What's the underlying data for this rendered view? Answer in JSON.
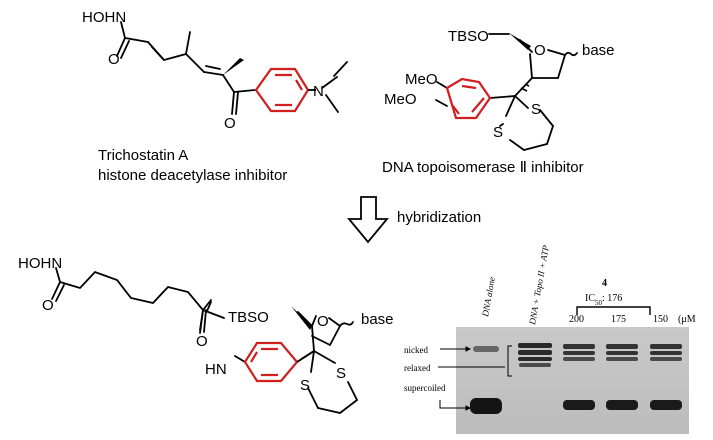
{
  "top_left_molecule": {
    "atoms": {
      "hydroxamate": "HOHN",
      "carbonyl_o": "O",
      "ketone_o": "O",
      "amine_n": "N"
    },
    "caption_name": "Trichostatin A",
    "caption_role": "histone deacetylase inhibitor"
  },
  "top_right_molecule": {
    "atoms": {
      "silyl": "TBSO",
      "ring_o": "O",
      "base": "base",
      "meo1": "MeO",
      "meo2": "MeO",
      "s1": "S",
      "s2": "S"
    },
    "caption": "DNA topoisomerase Ⅱ inhibitor"
  },
  "arrow": {
    "label": "hybridization"
  },
  "hybrid_molecule": {
    "atoms": {
      "hydroxamate": "HOHN",
      "carbonyl_o1": "O",
      "carbonyl_o2": "O",
      "amide_nh": "HN",
      "silyl": "TBSO",
      "ring_o": "O",
      "base": "base",
      "s1": "S",
      "s2": "S"
    }
  },
  "gel": {
    "compound": "4",
    "ic50_label": "IC",
    "ic50_sub": "50",
    "ic50_value": ": 176",
    "unit": "(μM",
    "lane_labels": [
      "DNA alone",
      "DNA + Topo II + ATP"
    ],
    "concentrations": [
      "200",
      "175",
      "150"
    ],
    "bands": [
      "nicked",
      "relaxed",
      "supercoiled"
    ]
  },
  "colors": {
    "highlight_ring": "#d11f1f",
    "ink": "#000000",
    "gel_dark": "#3a3a3a"
  }
}
